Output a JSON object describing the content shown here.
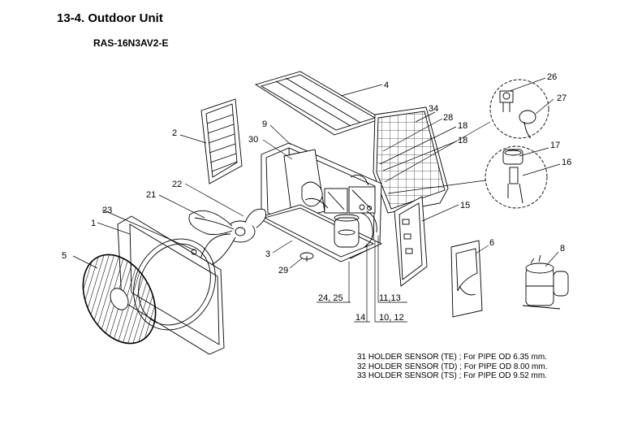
{
  "header": {
    "title": "13-4.  Outdoor Unit",
    "model": "RAS-16N3AV2-E"
  },
  "callouts": {
    "c1": "1",
    "c2": "2",
    "c3": "3",
    "c4": "4",
    "c5": "5",
    "c6": "6",
    "c8": "8",
    "c9": "9",
    "c14": "14",
    "c15": "15",
    "c16": "16",
    "c17": "17",
    "c18a": "18",
    "c18b": "18",
    "c21": "21",
    "c22": "22",
    "c23": "23",
    "c24_25": "24, 25",
    "c26": "26",
    "c27": "27",
    "c28": "28",
    "c29": "29",
    "c30": "30",
    "c34": "34",
    "c11_13": "11,13",
    "c10_12": "10, 12"
  },
  "notes": [
    "31  HOLDER SENSOR (TE) ; For PIPE OD 6.35 mm.",
    "32  HOLDER SENSOR (TD) ; For PIPE OD 8.00 mm.",
    "33  HOLDER SENSOR (TS) ; For PIPE OD 9.52 mm."
  ]
}
